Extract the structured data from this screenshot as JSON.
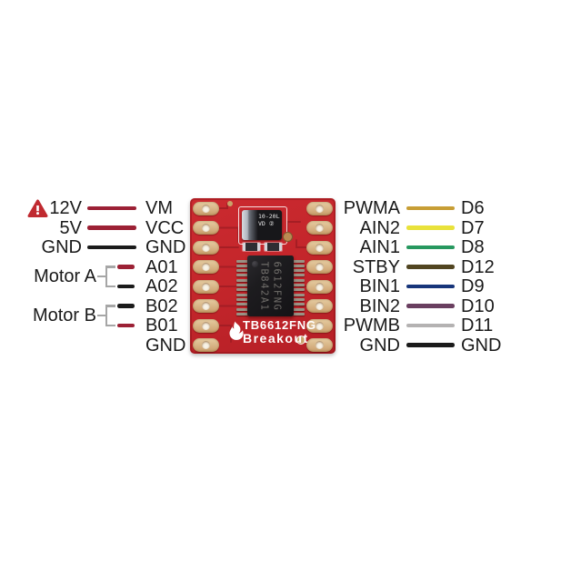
{
  "warning": {
    "icon": "exclamation-triangle",
    "color": "#c02a30"
  },
  "left": {
    "rows": [
      {
        "source": "12V",
        "pin": "VM",
        "wire": "long",
        "wire_color": "#9c2135",
        "warning": true
      },
      {
        "source": "5V",
        "pin": "VCC",
        "wire": "long",
        "wire_color": "#9c2135"
      },
      {
        "source": "GND",
        "pin": "GND",
        "wire": "long",
        "wire_color": "#1b1b1b"
      },
      {
        "pin": "A01",
        "wire": "short",
        "wire_color": "#9c2135",
        "group": "Motor A"
      },
      {
        "pin": "A02",
        "wire": "short",
        "wire_color": "#1b1b1b",
        "group": "Motor A"
      },
      {
        "pin": "B02",
        "wire": "short",
        "wire_color": "#1b1b1b",
        "group": "Motor B"
      },
      {
        "pin": "B01",
        "wire": "short",
        "wire_color": "#9c2135",
        "group": "Motor B"
      },
      {
        "pin": "GND"
      }
    ],
    "groups": [
      {
        "label": "Motor A"
      },
      {
        "label": "Motor B"
      }
    ]
  },
  "right": {
    "rows": [
      {
        "pin": "PWMA",
        "target": "D6",
        "wire_color": "#c79e35"
      },
      {
        "pin": "AIN2",
        "target": "D7",
        "wire_color": "#e9e23b"
      },
      {
        "pin": "AIN1",
        "target": "D8",
        "wire_color": "#27985f"
      },
      {
        "pin": "STBY",
        "target": "D12",
        "wire_color": "#514521"
      },
      {
        "pin": "BIN1",
        "target": "D9",
        "wire_color": "#17357a"
      },
      {
        "pin": "BIN2",
        "target": "D10",
        "wire_color": "#6a3f60"
      },
      {
        "pin": "PWMB",
        "target": "D11",
        "wire_color": "#b4b2b2"
      },
      {
        "pin": "GND",
        "target": "GND",
        "wire_color": "#1b1b1b"
      }
    ]
  },
  "board": {
    "color": "#c4262b",
    "silkscreen_title": "TB6612FNG",
    "silkscreen_subtitle": "Breakout",
    "chip_marking": [
      "TB842A1",
      "6612FNG"
    ],
    "cap_marking": [
      "10-20L",
      "VD ②"
    ]
  }
}
